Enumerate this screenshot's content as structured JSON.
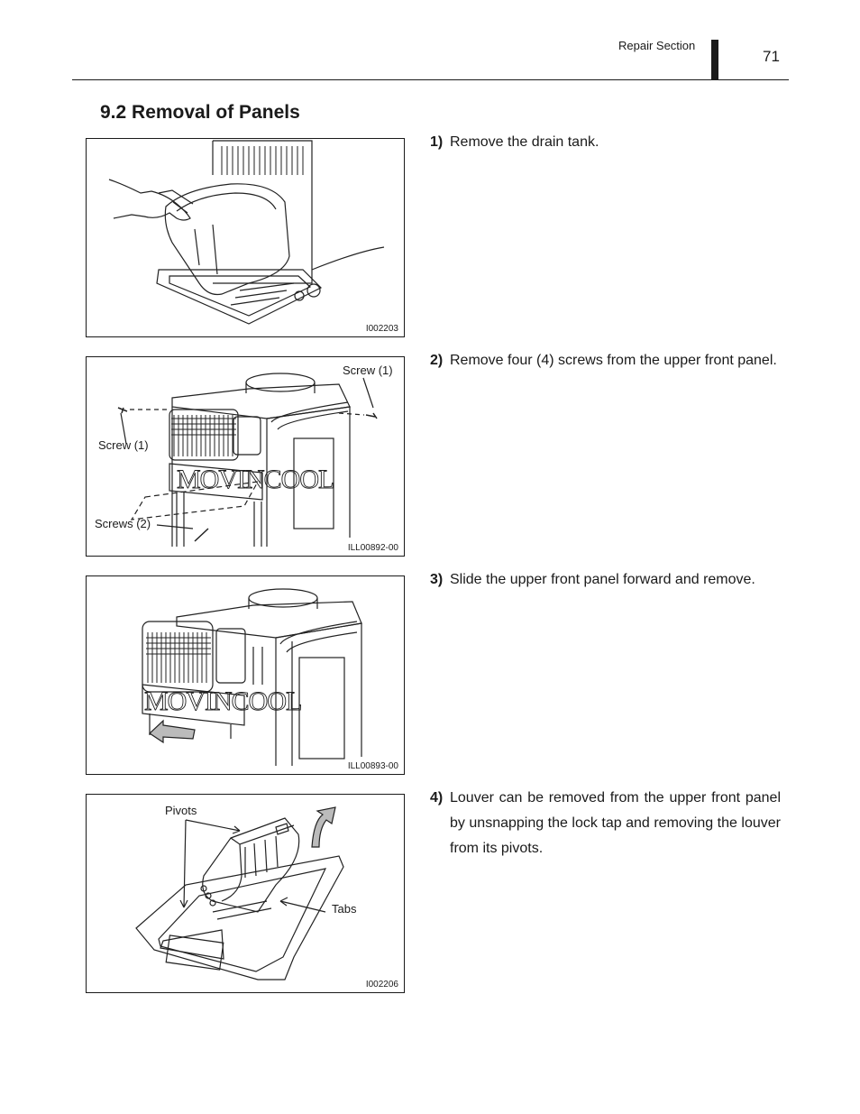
{
  "header": {
    "section": "Repair Section",
    "page_number": "71"
  },
  "title": "9.2  Removal of Panels",
  "figures": [
    {
      "code": "I002203",
      "labels": []
    },
    {
      "code": "ILL00892-00",
      "labels": [
        "Screw (1)",
        "Screw (1)",
        "Screws (2)"
      ]
    },
    {
      "code": "ILL00893-00",
      "labels": []
    },
    {
      "code": "I002206",
      "labels": [
        "Pivots",
        "Tabs"
      ]
    }
  ],
  "steps": [
    {
      "number": "1)",
      "text": "Remove the drain tank."
    },
    {
      "number": "2)",
      "text": "Remove four (4) screws from the upper front panel."
    },
    {
      "number": "3)",
      "text": "Slide the upper front panel forward and remove."
    },
    {
      "number": "4)",
      "text": "Louver can be removed from the upper front panel by unsnapping the lock tap and removing the louver from its pivots."
    }
  ],
  "illustration_text": {
    "brand_logo": "MOVINCOOL"
  }
}
